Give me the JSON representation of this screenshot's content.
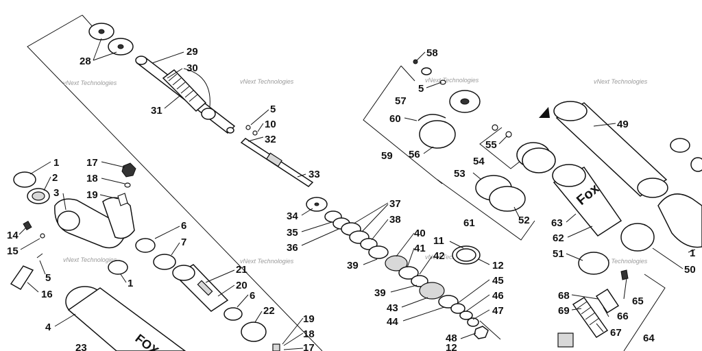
{
  "watermark": "vNext Technologies",
  "callouts": [
    {
      "id": "c28",
      "text": "28"
    },
    {
      "id": "c29",
      "text": "29"
    },
    {
      "id": "c30",
      "text": "30"
    },
    {
      "id": "c31",
      "text": "31"
    },
    {
      "id": "c5a",
      "text": "5"
    },
    {
      "id": "c10",
      "text": "10"
    },
    {
      "id": "c32",
      "text": "32"
    },
    {
      "id": "c33",
      "text": "33"
    },
    {
      "id": "c1a",
      "text": "1"
    },
    {
      "id": "c2",
      "text": "2"
    },
    {
      "id": "c3",
      "text": "3"
    },
    {
      "id": "c17a",
      "text": "17"
    },
    {
      "id": "c18a",
      "text": "18"
    },
    {
      "id": "c19a",
      "text": "19"
    },
    {
      "id": "c14",
      "text": "14"
    },
    {
      "id": "c15",
      "text": "15"
    },
    {
      "id": "c5b",
      "text": "5"
    },
    {
      "id": "c16",
      "text": "16"
    },
    {
      "id": "c6a",
      "text": "6"
    },
    {
      "id": "c7",
      "text": "7"
    },
    {
      "id": "c1b",
      "text": "1"
    },
    {
      "id": "c4",
      "text": "4"
    },
    {
      "id": "c21",
      "text": "21"
    },
    {
      "id": "c20",
      "text": "20"
    },
    {
      "id": "c6b",
      "text": "6"
    },
    {
      "id": "c22",
      "text": "22"
    },
    {
      "id": "c19b",
      "text": "19"
    },
    {
      "id": "c18b",
      "text": "18"
    },
    {
      "id": "c17b",
      "text": "17"
    },
    {
      "id": "c23",
      "text": "23"
    },
    {
      "id": "c34",
      "text": "34"
    },
    {
      "id": "c35",
      "text": "35"
    },
    {
      "id": "c36",
      "text": "36"
    },
    {
      "id": "c37",
      "text": "37"
    },
    {
      "id": "c38",
      "text": "38"
    },
    {
      "id": "c40",
      "text": "40"
    },
    {
      "id": "c41",
      "text": "41"
    },
    {
      "id": "c39a",
      "text": "39"
    },
    {
      "id": "c42",
      "text": "42"
    },
    {
      "id": "c39b",
      "text": "39"
    },
    {
      "id": "c43",
      "text": "43"
    },
    {
      "id": "c44",
      "text": "44"
    },
    {
      "id": "c11",
      "text": "11"
    },
    {
      "id": "c12a",
      "text": "12"
    },
    {
      "id": "c45",
      "text": "45"
    },
    {
      "id": "c46",
      "text": "46"
    },
    {
      "id": "c47",
      "text": "47"
    },
    {
      "id": "c48",
      "text": "48"
    },
    {
      "id": "c12b",
      "text": "12"
    },
    {
      "id": "c58",
      "text": "58"
    },
    {
      "id": "c5c",
      "text": "5"
    },
    {
      "id": "c57",
      "text": "57"
    },
    {
      "id": "c60",
      "text": "60"
    },
    {
      "id": "c59",
      "text": "59"
    },
    {
      "id": "c56",
      "text": "56"
    },
    {
      "id": "c55",
      "text": "55"
    },
    {
      "id": "c54",
      "text": "54"
    },
    {
      "id": "c53",
      "text": "53"
    },
    {
      "id": "c61",
      "text": "61"
    },
    {
      "id": "c52",
      "text": "52"
    },
    {
      "id": "c49",
      "text": "49"
    },
    {
      "id": "c63",
      "text": "63"
    },
    {
      "id": "c62",
      "text": "62"
    },
    {
      "id": "c51",
      "text": "51"
    },
    {
      "id": "c50",
      "text": "50"
    },
    {
      "id": "c1c",
      "text": "1"
    },
    {
      "id": "c68",
      "text": "68"
    },
    {
      "id": "c69",
      "text": "69"
    },
    {
      "id": "c65",
      "text": "65"
    },
    {
      "id": "c66",
      "text": "66"
    },
    {
      "id": "c67",
      "text": "67"
    },
    {
      "id": "c64",
      "text": "64"
    }
  ]
}
